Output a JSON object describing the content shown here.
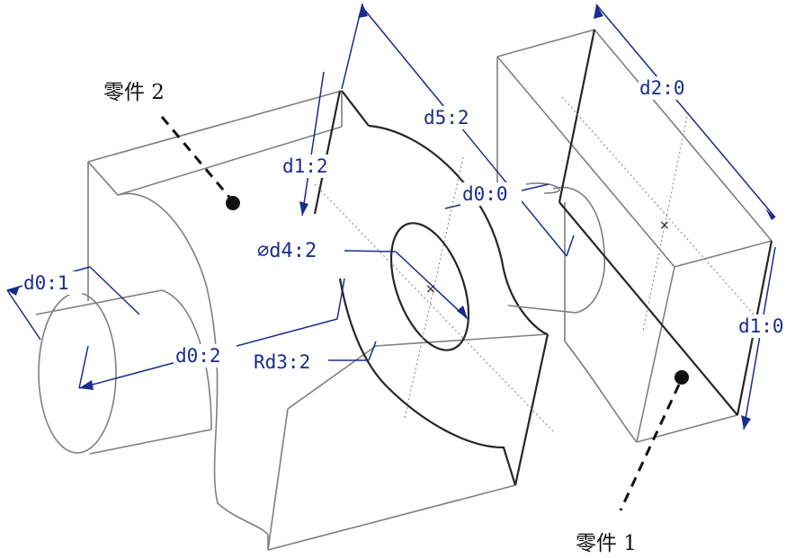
{
  "callouts": {
    "part2": "零件 2",
    "part1": "零件 1"
  },
  "dimensions": {
    "d0_1": "d0:1",
    "d0_2": "d0:2",
    "d0_0": "d0:0",
    "d1_2": "d1:2",
    "d1_0": "d1:0",
    "d2_0": "d2:0",
    "d4_2": "∅d4:2",
    "d5_2": "d5:2",
    "rd3_2": "Rd3:2"
  },
  "colors": {
    "dimension": "#1a2c8c",
    "edge": "#7f7f7f",
    "edge_dark": "#262626",
    "callout": "#111111"
  }
}
